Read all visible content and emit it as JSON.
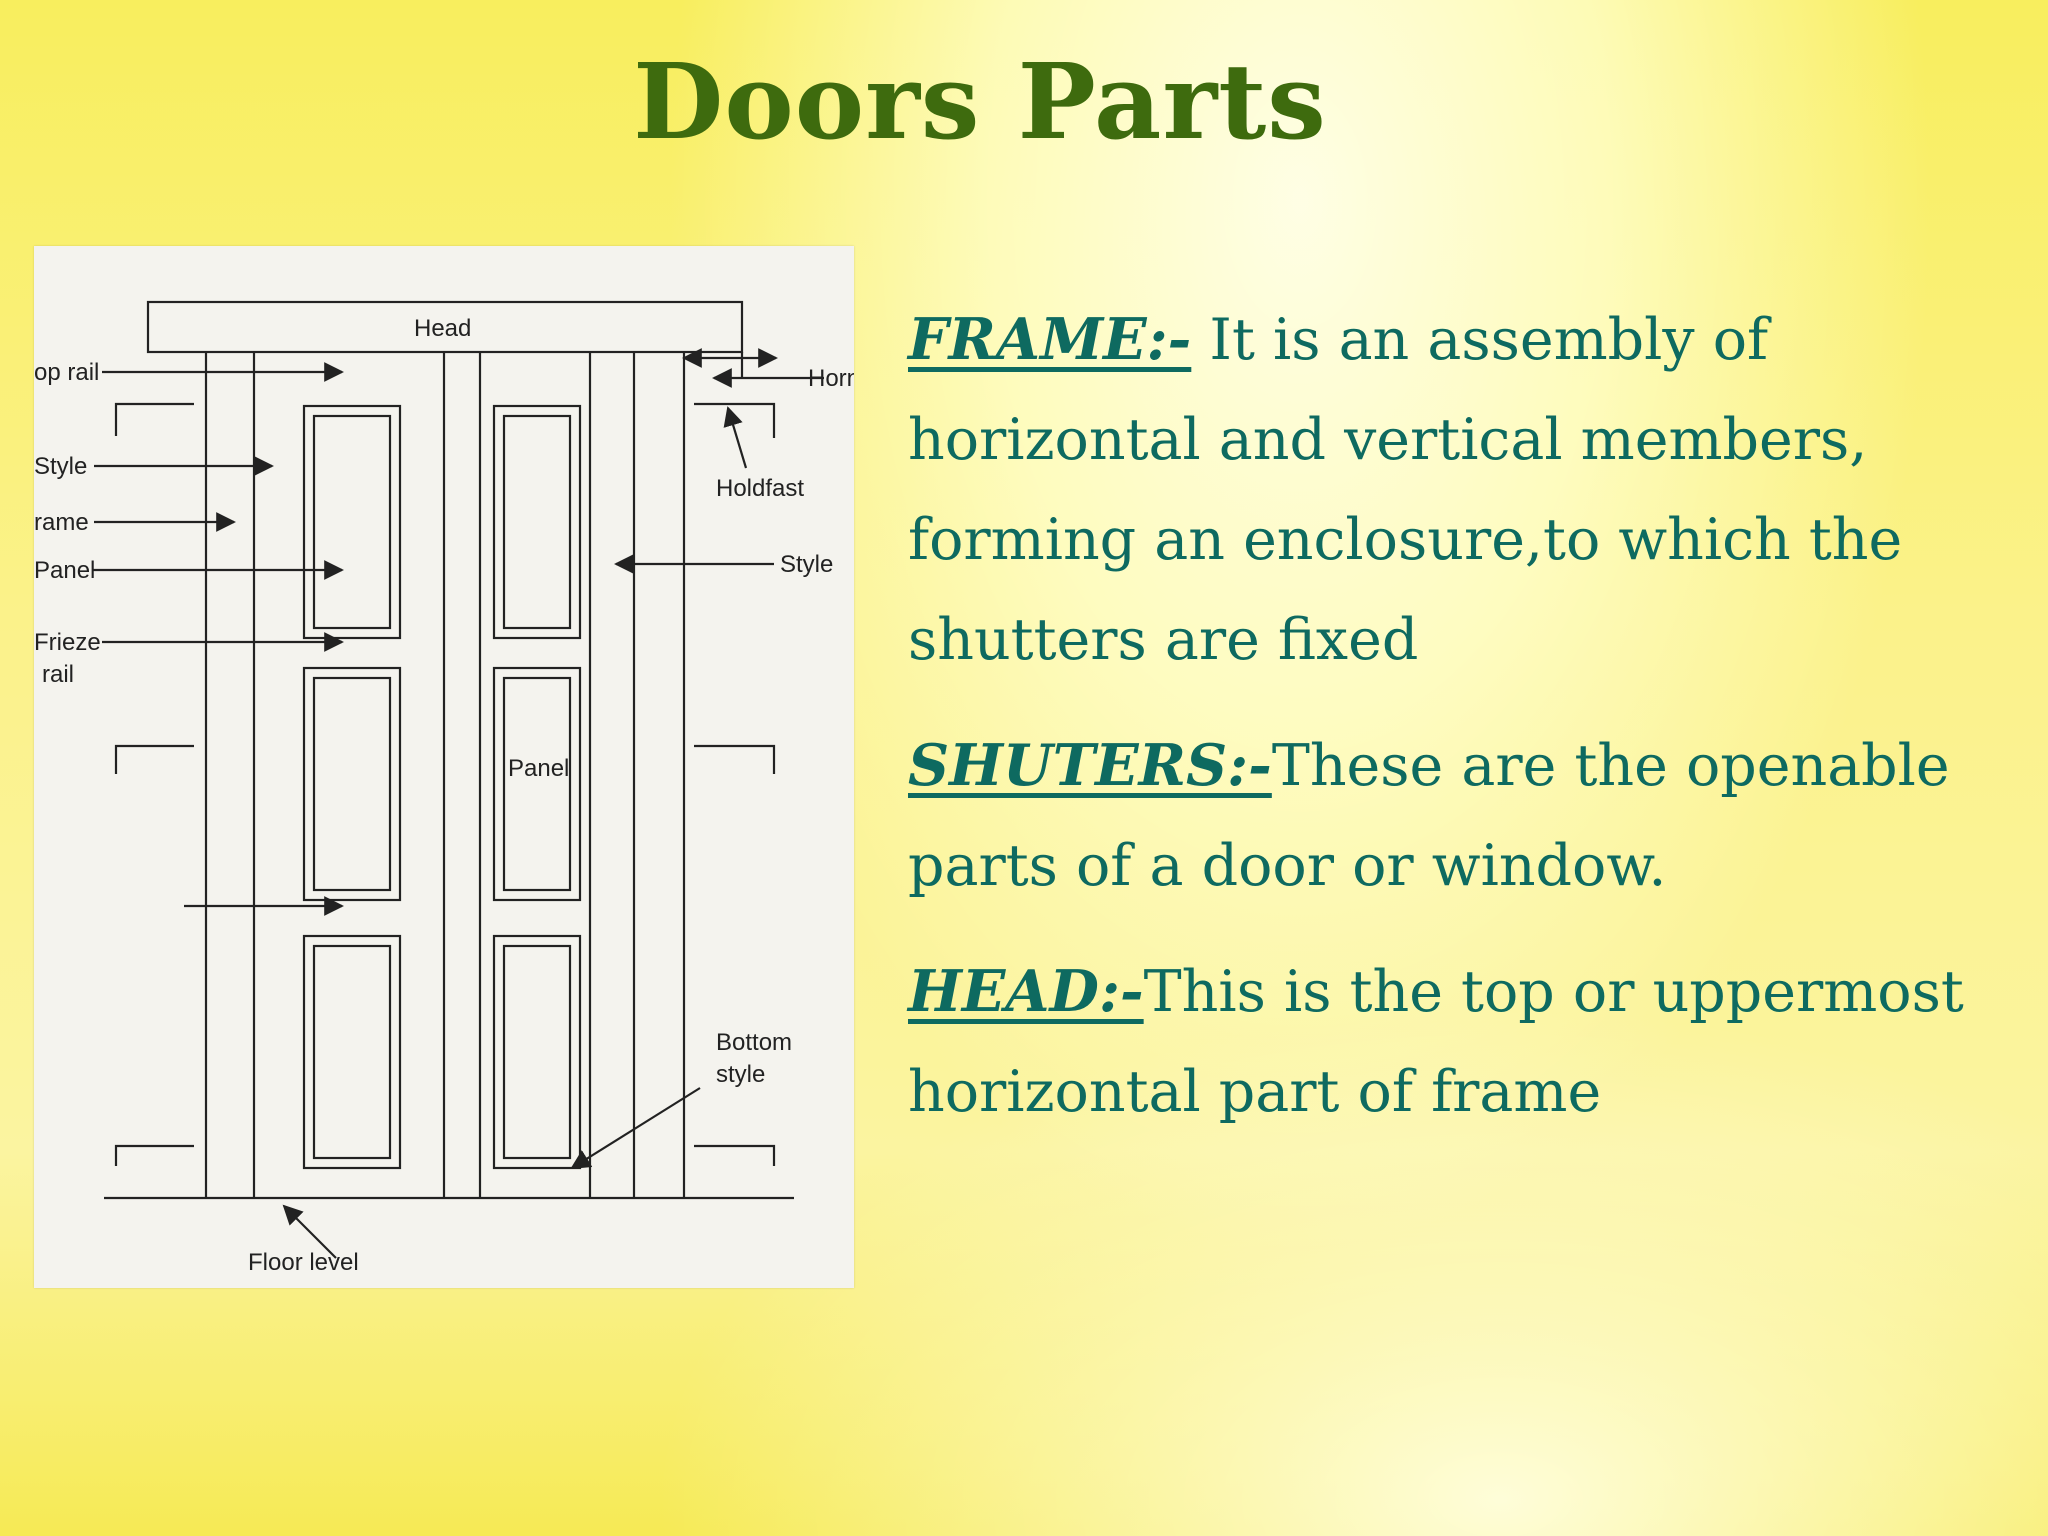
{
  "title": "Doors Parts",
  "figure": {
    "labels": {
      "head": "Head",
      "top_rail": "op rail",
      "horn": "Horn",
      "holdfast": "Holdfast",
      "style_left": "Style",
      "frame": "rame",
      "panel_left": "Panel",
      "frieze": "Frieze",
      "rail": "rail",
      "style_right": "Style",
      "panel_center": "Panel",
      "bottom": "Bottom",
      "bottom_style": "style",
      "floor_level": "Floor level"
    }
  },
  "definitions": [
    {
      "term": "FRAME:-",
      "text": " It is an assembly of horizontal and vertical members, forming an enclosure,to which the shutters are fixed"
    },
    {
      "term": "SHUTERS:-",
      "text": "These are the openable parts of a door or window."
    },
    {
      "term": "HEAD:-",
      "text": "This is the top or uppermost horizontal part of frame"
    }
  ]
}
